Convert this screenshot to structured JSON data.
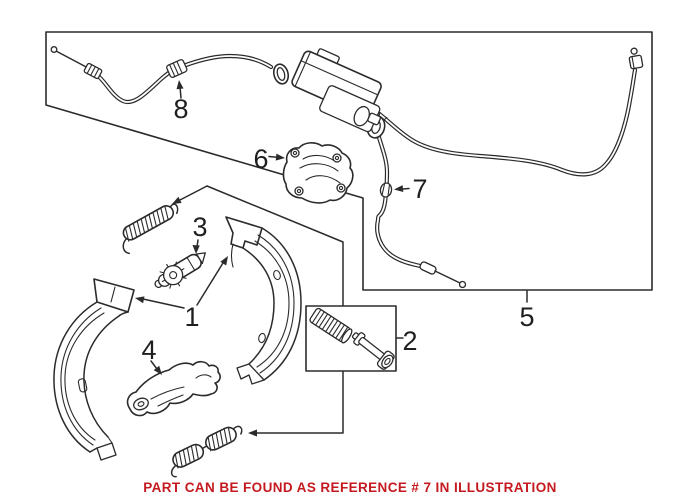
{
  "illustration": {
    "description": "parking brake shoe and cable exploded parts illustration",
    "callouts": [
      {
        "ref": "1",
        "points_to": "brake-shoe-pair"
      },
      {
        "ref": "2",
        "points_to": "fastener-kit-box"
      },
      {
        "ref": "3",
        "points_to": "adjuster-screw"
      },
      {
        "ref": "4",
        "points_to": "adjuster-lever"
      },
      {
        "ref": "5",
        "points_to": "cable-assembly-box"
      },
      {
        "ref": "6",
        "points_to": "cable-bracket"
      },
      {
        "ref": "7",
        "points_to": "cable-bead"
      },
      {
        "ref": "8",
        "points_to": "cable-adjuster-fitting"
      }
    ]
  },
  "caption": {
    "text": "PART CAN BE FOUND AS REFERENCE # 7 IN ILLUSTRATION"
  },
  "colors": {
    "line": "#2b2b2b",
    "caption_red": "#c41a1f",
    "background": "#ffffff"
  }
}
